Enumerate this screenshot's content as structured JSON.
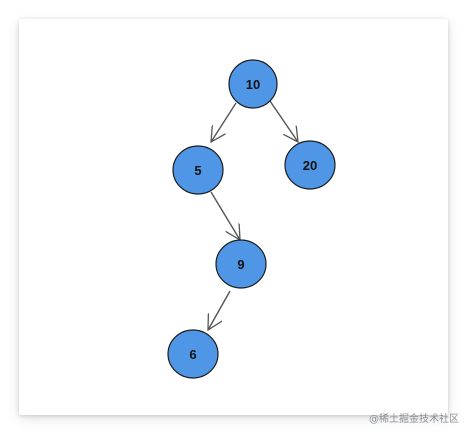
{
  "nodes": {
    "root": "10",
    "left": "5",
    "right": "20",
    "left_right": "9",
    "left_right_left": "6"
  },
  "colors": {
    "node_fill": "#4f97e6",
    "node_stroke": "#1d1d1d",
    "edge": "#555555"
  },
  "watermark": "@稀土掘金技术社区"
}
